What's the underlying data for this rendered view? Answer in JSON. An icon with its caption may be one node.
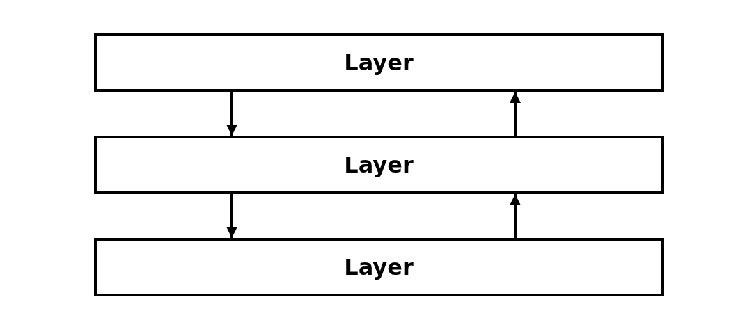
{
  "diagram": {
    "nodes": [
      {
        "text": [
          "Layer"
        ]
      },
      {
        "text": [
          "Layer"
        ]
      },
      {
        "text": [
          "Layer"
        ]
      }
    ],
    "edges": [
      {
        "from": 0,
        "to": 1,
        "arrow": "to"
      },
      {
        "from": 1,
        "to": 0,
        "arrow": "to"
      },
      {
        "from": 1,
        "to": 2,
        "arrow": "to"
      },
      {
        "from": 2,
        "to": 1,
        "arrow": "to"
      }
    ]
  }
}
